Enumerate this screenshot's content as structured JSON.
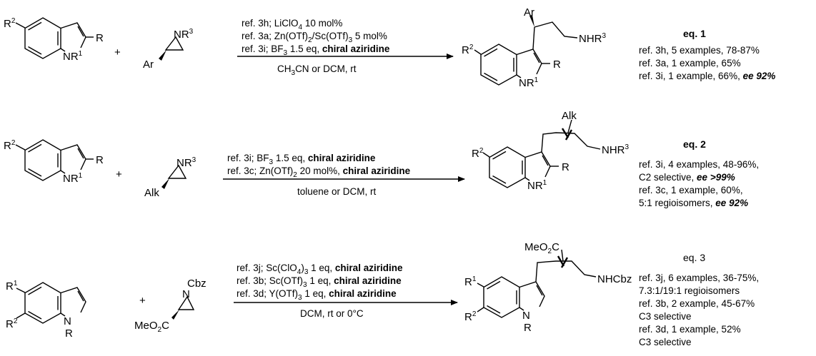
{
  "atoms": {
    "R": "R",
    "R1": "1",
    "R2": "2",
    "R3": "3",
    "N": "N",
    "NR": "NR",
    "NHR": "NHR",
    "NHCbz": "NHCbz",
    "Cbz": "Cbz",
    "H": "H",
    "Ar": "Ar",
    "Alk": "Alk",
    "MeO": "MeO",
    "C": "C",
    "subscript_2": "2",
    "plus": "+"
  },
  "eq1": {
    "title": "eq. 1",
    "conditions": {
      "line1": {
        "pre": "ref. 3h; LiClO",
        "sub": "4",
        "post": " 10 mol%"
      },
      "line2": {
        "pre": "ref. 3a; Zn(OTf)",
        "sub1": "2",
        "mid": "/Sc(OTf)",
        "sub2": "3",
        "post": " 5 mol%"
      },
      "line3": {
        "pre": "ref. 3i; BF",
        "sub": "3",
        "mid": " 1.5 eq, ",
        "bold": "chiral aziridine"
      },
      "below": {
        "pre": "CH",
        "sub": "3",
        "post": "CN or DCM, rt"
      }
    },
    "notes": [
      {
        "text": "ref. 3h, 5 examples, 78-87%"
      },
      {
        "text": "ref. 3a, 1 example, 65%"
      },
      {
        "pre": "ref. 3i, 1 example, 66%, ",
        "bold": "ee 92%"
      }
    ]
  },
  "eq2": {
    "title": "eq. 2",
    "conditions": {
      "line1": {
        "pre": "ref. 3i; BF",
        "sub": "3",
        "mid": " 1.5 eq, ",
        "bold": "chiral aziridine"
      },
      "line2": {
        "pre": "ref. 3c; Zn(OTf)",
        "sub": "2",
        "mid": " 20 mol%, ",
        "bold": "chiral aziridine"
      },
      "below": {
        "text": "toluene or DCM, rt"
      }
    },
    "notes": [
      {
        "text": "ref. 3i, 4 examples, 48-96%,"
      },
      {
        "pre": "C2 selective, ",
        "bold": "ee >99%"
      },
      {
        "text": "ref. 3c, 1 example, 60%,"
      },
      {
        "pre": "5:1 regioisomers, ",
        "bold": "ee 92%"
      }
    ]
  },
  "eq3": {
    "title": "eq. 3",
    "conditions": {
      "line1": {
        "pre": "ref. 3j; Sc(ClO",
        "sub1": "4",
        "mid": ")",
        "sub2": "3",
        "post": " 1 eq, ",
        "bold": "chiral aziridine"
      },
      "line2": {
        "pre": "ref. 3b; Sc(OTf)",
        "sub": "3",
        "mid": " 1 eq, ",
        "bold": "chiral aziridine"
      },
      "line3": {
        "pre": "ref. 3d; Y(OTf)",
        "sub": "3",
        "mid": " 1 eq, ",
        "bold": "chiral aziridine"
      },
      "below": {
        "text": "DCM, rt or 0°C"
      }
    },
    "notes": [
      {
        "text": "ref. 3j, 6 examples, 36-75%,"
      },
      {
        "text": "7.3:1/19:1 regioisomers"
      },
      {
        "text": "ref. 3b, 2 example, 45-67%"
      },
      {
        "text": "C3 selective"
      },
      {
        "text": "ref. 3d, 1 example, 52%"
      },
      {
        "text": "C3 selective"
      }
    ]
  }
}
